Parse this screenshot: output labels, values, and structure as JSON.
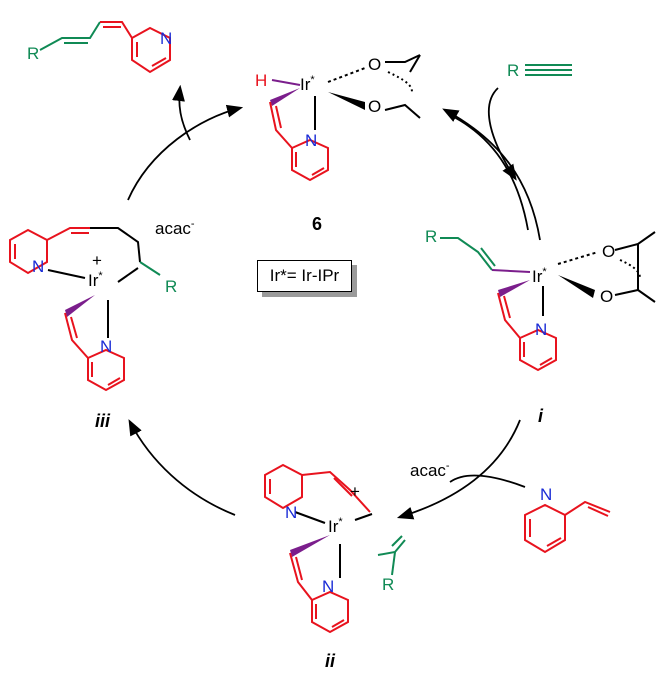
{
  "scheme": {
    "catalyst_definition": "Ir*= Ir-IPr",
    "colors": {
      "pyridyl_vinyl": "#e8131e",
      "alkyne_R": "#108a55",
      "hydride_bond": "#7b1e8c",
      "nitrogen": "#1a2bd6"
    },
    "compounds": {
      "six": {
        "label": "6",
        "metal": "Ir",
        "metal_star": "*",
        "hydride": "H",
        "O_top": "O",
        "O_bottom": "O",
        "N": "N"
      },
      "i": {
        "label": "i",
        "metal": "Ir",
        "metal_star": "*",
        "R": "R",
        "O_top": "O",
        "O_bottom": "O",
        "N": "N"
      },
      "ii": {
        "label": "ii",
        "metal": "Ir",
        "metal_star": "*",
        "charge": "+",
        "counterion": "acac",
        "counterion_charge": "-",
        "N_top": "N",
        "N_bottom": "N",
        "R": "R"
      },
      "iii": {
        "label": "iii",
        "metal": "Ir",
        "metal_star": "*",
        "charge": "+",
        "counterion": "acac",
        "counterion_charge": "-",
        "N_top": "N",
        "N_bottom": "N",
        "R": "R"
      }
    },
    "reagents": {
      "alkyne_R": "R",
      "vinylpyridine_N": "N"
    },
    "product": {
      "R": "R",
      "N": "N"
    }
  }
}
